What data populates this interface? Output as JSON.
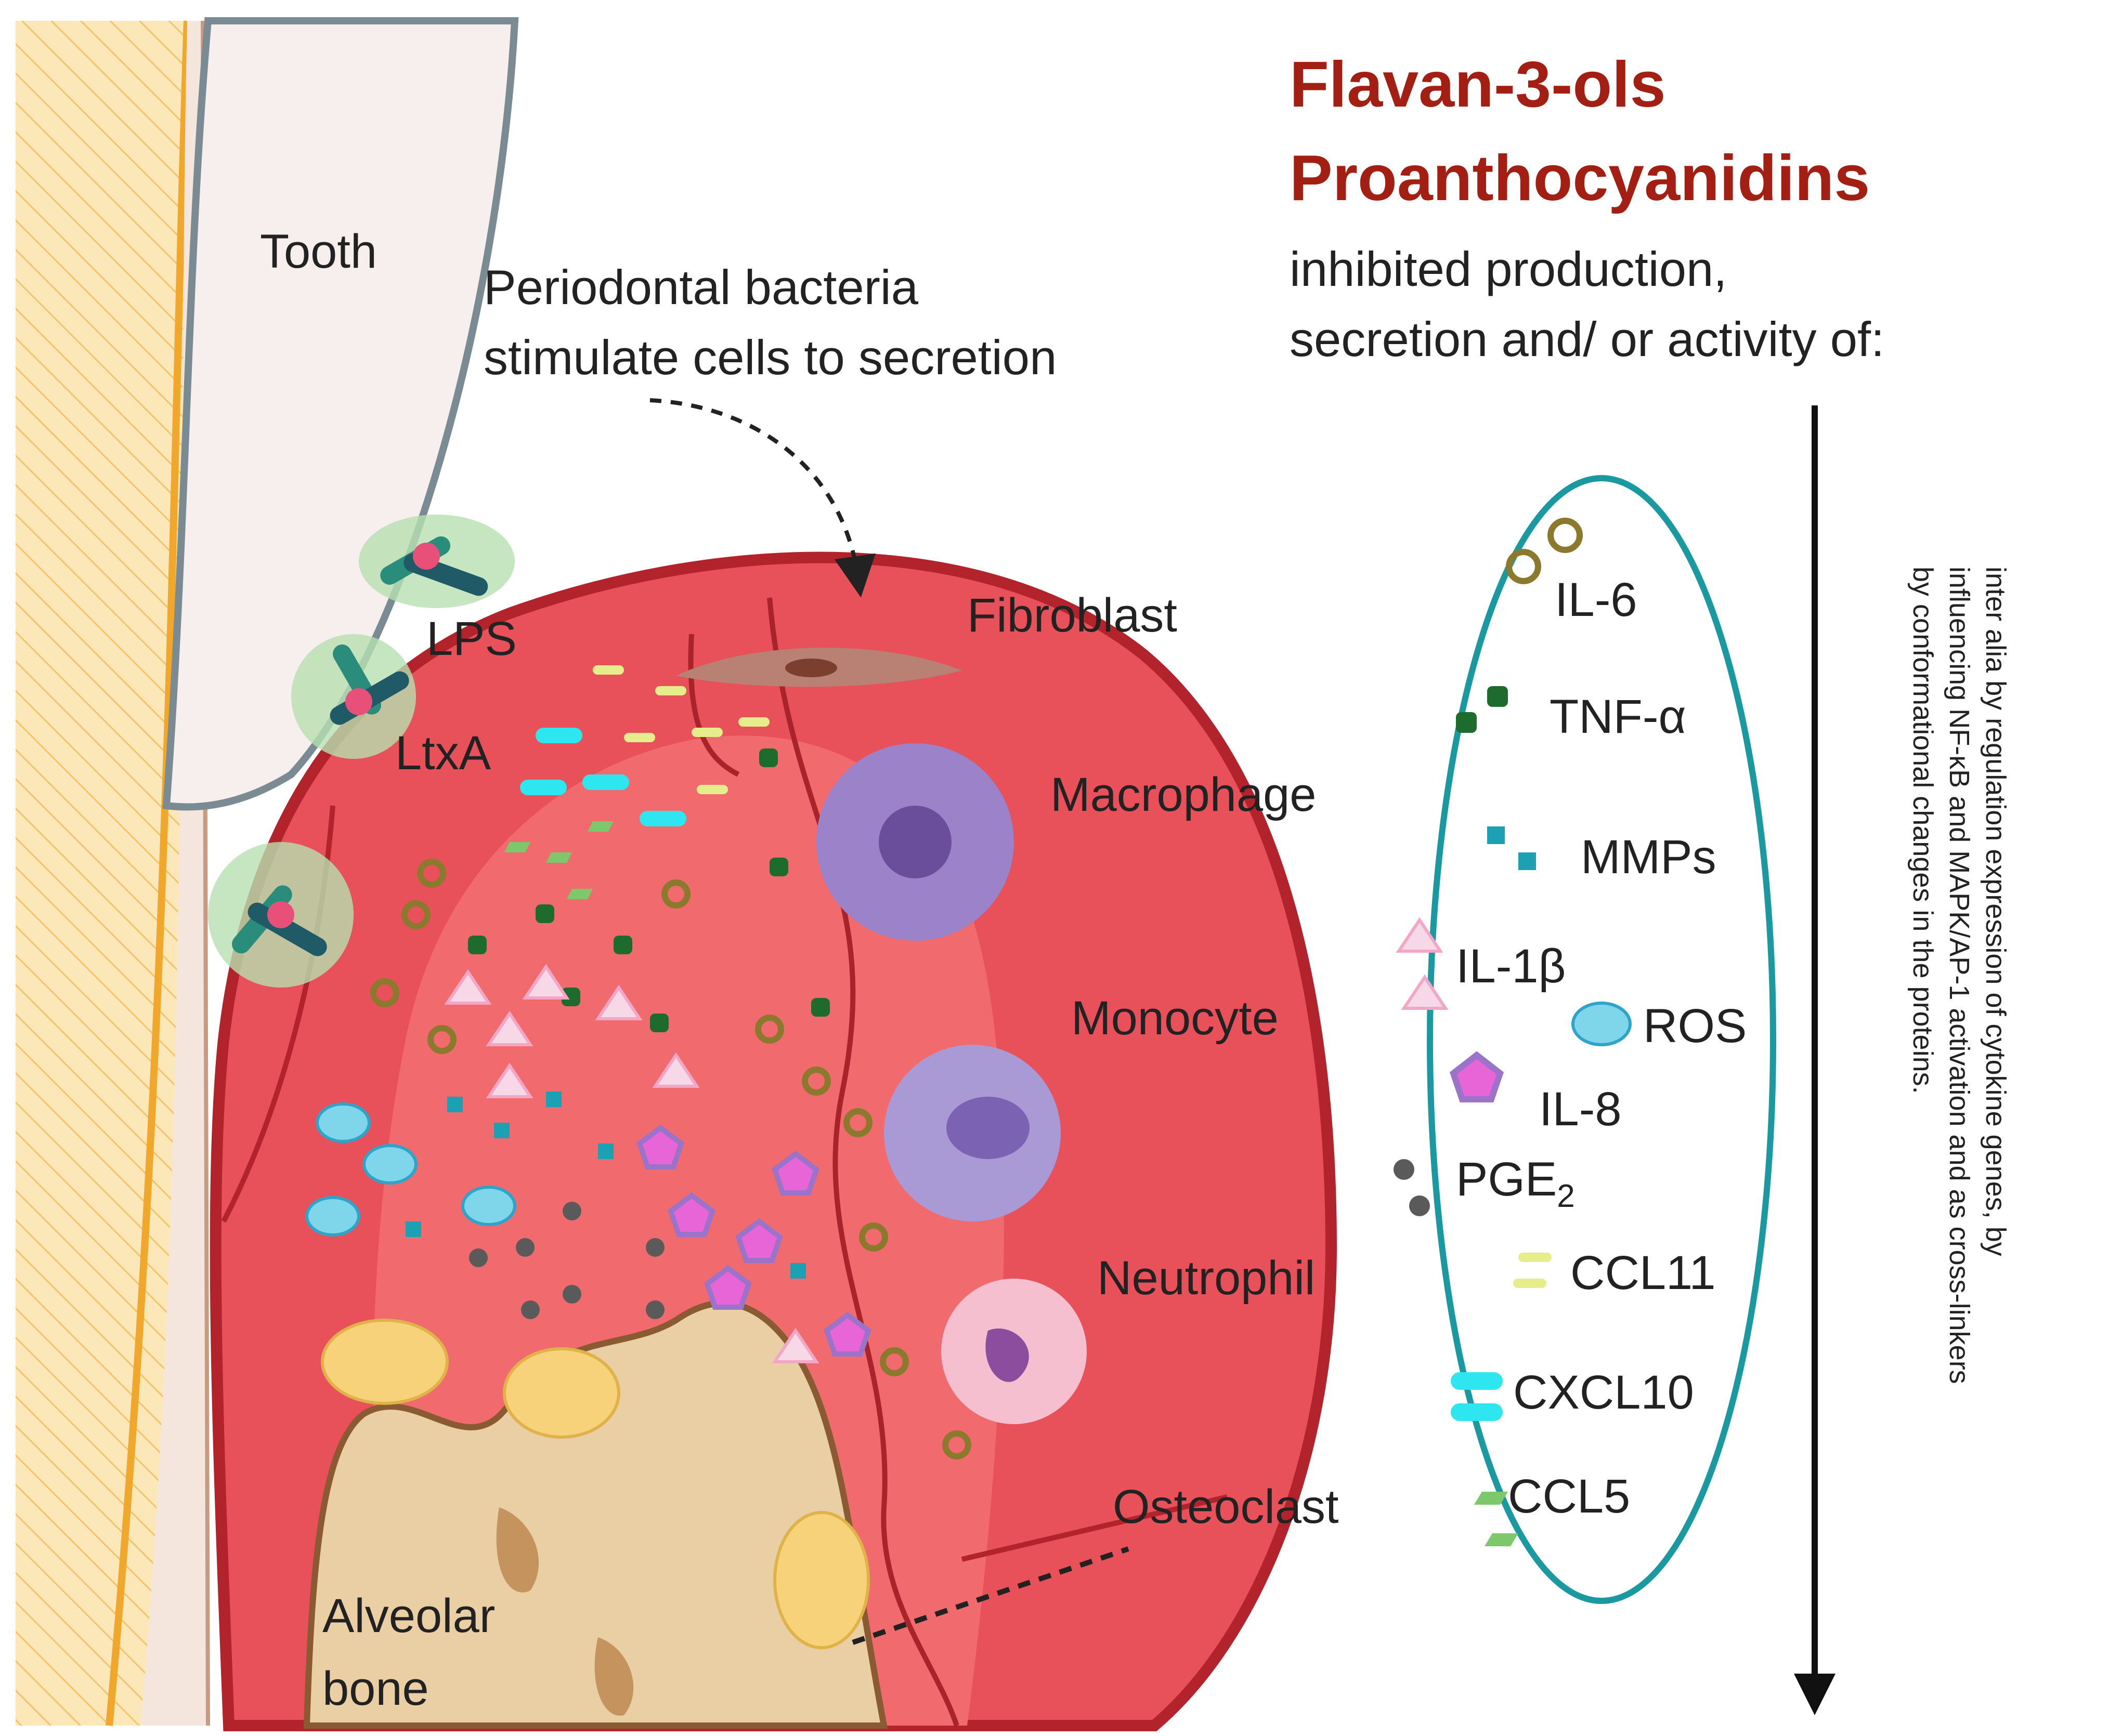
{
  "title": {
    "line1": "Flavan-3-ols",
    "line2": "Proanthocyanidins",
    "color": "#a31f14"
  },
  "subtitle": {
    "line1": "inhibited production,",
    "line2": "secretion and/ or activity of:"
  },
  "labels": {
    "tooth": "Tooth",
    "bacteria_line1": "Periodontal bacteria",
    "bacteria_line2": "stimulate cells to secretion",
    "lps": "LPS",
    "ltxa": "LtxA",
    "fibroblast": "Fibroblast",
    "macrophage": "Macrophage",
    "monocyte": "Monocyte",
    "neutrophil": "Neutrophil",
    "osteoclast": "Osteoclast",
    "alveolar_line1": "Alveolar",
    "alveolar_line2": "bone"
  },
  "legend": [
    {
      "id": "il6",
      "label": "IL-6",
      "icon": "olive-ring-icon"
    },
    {
      "id": "tnfa",
      "label": "TNF-α",
      "icon": "dark-green-square-icon"
    },
    {
      "id": "mmps",
      "label": "MMPs",
      "icon": "teal-square-icon"
    },
    {
      "id": "il1b",
      "label": "IL-1β",
      "icon": "pink-triangle-icon"
    },
    {
      "id": "ros",
      "label": "ROS",
      "icon": "blue-oval-icon"
    },
    {
      "id": "il8",
      "label": "IL-8",
      "icon": "purple-pentagon-icon"
    },
    {
      "id": "pge2",
      "label": "PGE",
      "sub": "2",
      "icon": "grey-dot-icon"
    },
    {
      "id": "ccl11",
      "label": "CCL11",
      "icon": "yellow-dash-icon"
    },
    {
      "id": "cxcl10",
      "label": "CXCL10",
      "icon": "cyan-bar-icon"
    },
    {
      "id": "ccl5",
      "label": "CCL5",
      "icon": "green-parallelogram-icon"
    }
  ],
  "mechanism_note": {
    "line1": "inter alia by regulation expression of cytokine genes, by",
    "line2": "influencing NF-κB and MAPK/AP-1 activation and as cross-linkers",
    "line3": "by conformational changes in the proteins."
  },
  "colors": {
    "gum": "#e8505a",
    "gum_inner": "#f06a6e",
    "gum_outline": "#b3232b",
    "tooth": "#f7eeee",
    "enamel_stripes": "#f6c96a",
    "bone": "#e9cfa3",
    "oval_outline": "#1a9aa0"
  }
}
